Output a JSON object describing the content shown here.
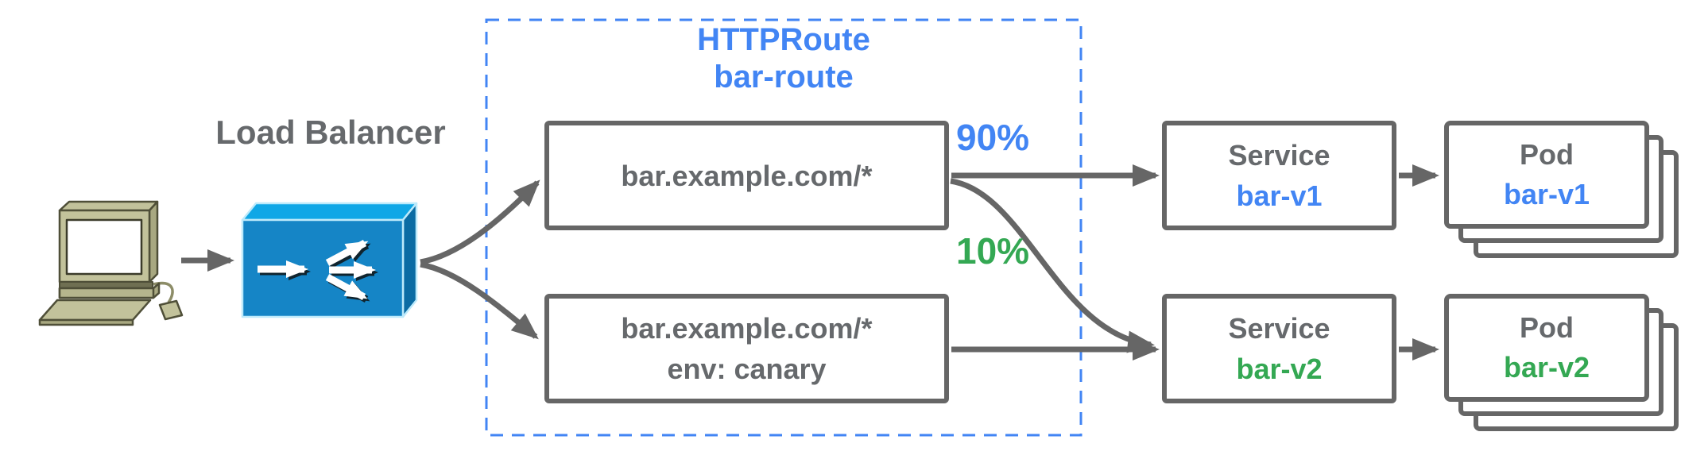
{
  "colors": {
    "blue": "#4285F4",
    "green": "#34A853",
    "gray_border": "#666666",
    "gray_text": "#66696C",
    "lb_front": "#1585C6",
    "lb_top": "#0FA7E6",
    "lb_side": "#0B6CA4",
    "client_body": "#C2C29B",
    "client_shade": "#A8A881",
    "client_outline": "#4F4F38"
  },
  "client": {
    "icon": "desktop-computer-icon"
  },
  "load_balancer": {
    "label": "Load Balancer",
    "icon": "traffic-split-arrows-icon"
  },
  "httproute": {
    "title_line1": "HTTPRoute",
    "title_line2": "bar-route",
    "rules": [
      {
        "host": "bar.example.com/*",
        "weight": "90%"
      },
      {
        "host": "bar.example.com/*",
        "header": "env: canary",
        "weight": "10%"
      }
    ]
  },
  "services": [
    {
      "kind": "Service",
      "name": "bar-v1"
    },
    {
      "kind": "Service",
      "name": "bar-v2"
    }
  ],
  "pods": [
    {
      "kind": "Pod",
      "name": "bar-v1"
    },
    {
      "kind": "Pod",
      "name": "bar-v2"
    }
  ]
}
